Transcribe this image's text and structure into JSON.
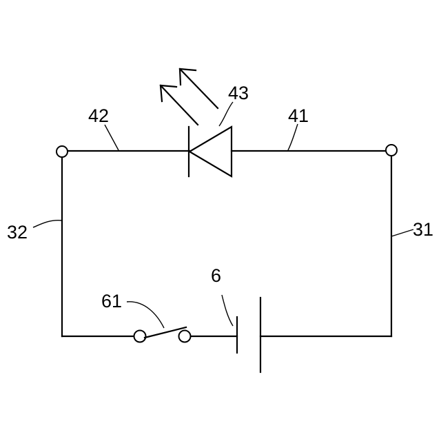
{
  "diagram": {
    "labels": {
      "led": "43",
      "wire_left_top": "42",
      "wire_right_top": "41",
      "wire_left": "32",
      "wire_right": "31",
      "battery": "6",
      "switch": "61"
    }
  }
}
